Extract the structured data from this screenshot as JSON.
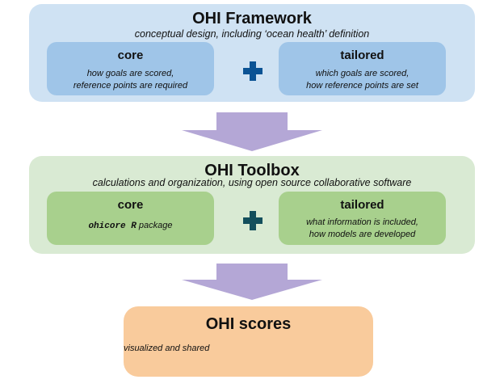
{
  "framework": {
    "title": "OHI Framework",
    "subtitle": "conceptual design, including ‘ocean health’ definition",
    "core": {
      "title": "core",
      "line1": "how goals are scored,",
      "line2": "reference points are required"
    },
    "tailored": {
      "title": "tailored",
      "line1": "which goals are scored,",
      "line2": "how reference points are set"
    }
  },
  "toolbox": {
    "title": "OHI Toolbox",
    "subtitle": "calculations and organization, using open source collaborative software",
    "core": {
      "title": "core",
      "code": "ohicore R",
      "suffix": " package"
    },
    "tailored": {
      "title": "tailored",
      "line1": "what information is included,",
      "line2": "how models are developed"
    }
  },
  "scores": {
    "title": "OHI scores",
    "subtitle": "visualized and shared"
  },
  "colors": {
    "framework_bg": "#cfe2f3",
    "framework_box": "#9fc5e8",
    "framework_plus": "#0b5394",
    "toolbox_bg": "#d9ead3",
    "toolbox_box": "#a8d08d",
    "toolbox_plus": "#134f5c",
    "scores_bg": "#f9cb9c",
    "arrow": "#b4a7d6"
  }
}
